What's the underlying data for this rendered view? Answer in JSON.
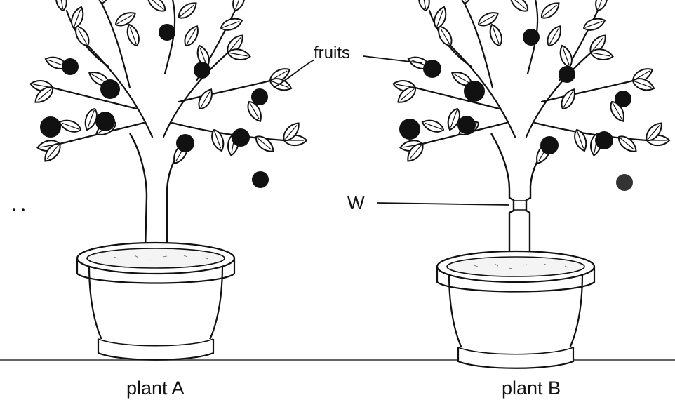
{
  "labels": {
    "fruits": "fruits",
    "w": "W",
    "plant_a": "plant A",
    "plant_b": "plant B"
  },
  "colors": {
    "ink": "#111111",
    "background": "#ffffff",
    "fruit": "#111111"
  },
  "plants": [
    {
      "name": "plant A",
      "ring_cut": false
    },
    {
      "name": "plant B",
      "ring_cut": true
    }
  ]
}
